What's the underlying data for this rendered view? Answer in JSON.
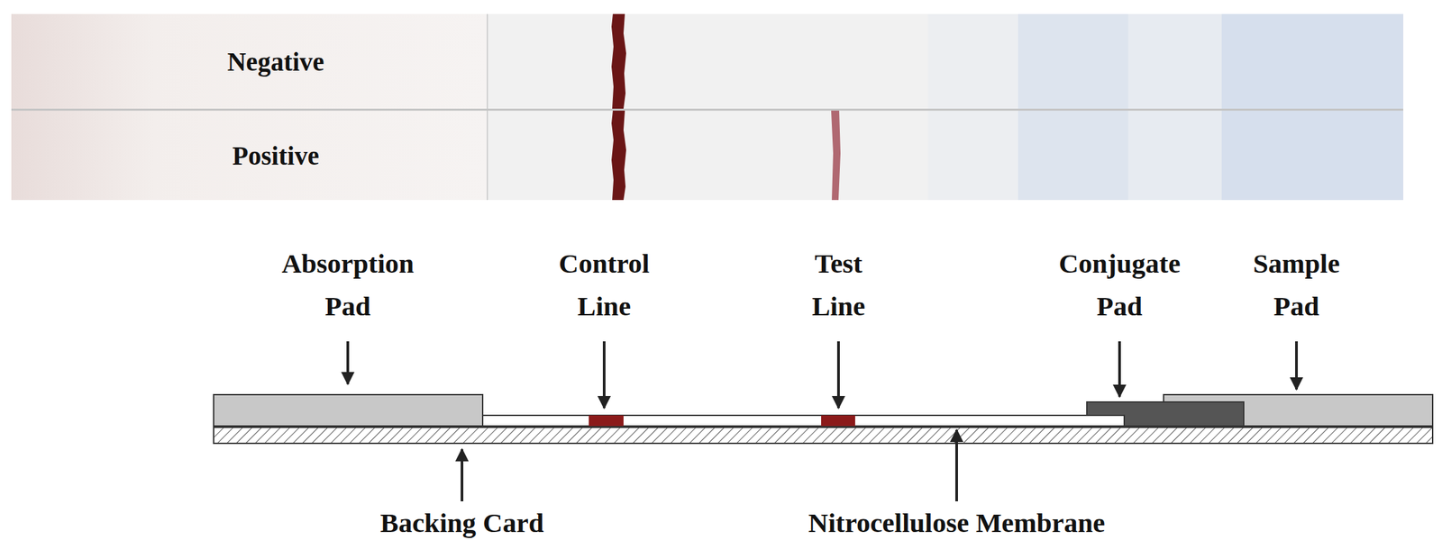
{
  "diagram": {
    "nodes": [
      {
        "text": [
          "Negative"
        ]
      },
      {
        "text": [
          "Positive"
        ]
      }
    ],
    "labels": [
      "Absorption Pad",
      "Control Line",
      "Test Line",
      "Conjugate Pad",
      "Sample Pad",
      "Backing Card",
      "Nitrocellulose Membrane"
    ]
  }
}
